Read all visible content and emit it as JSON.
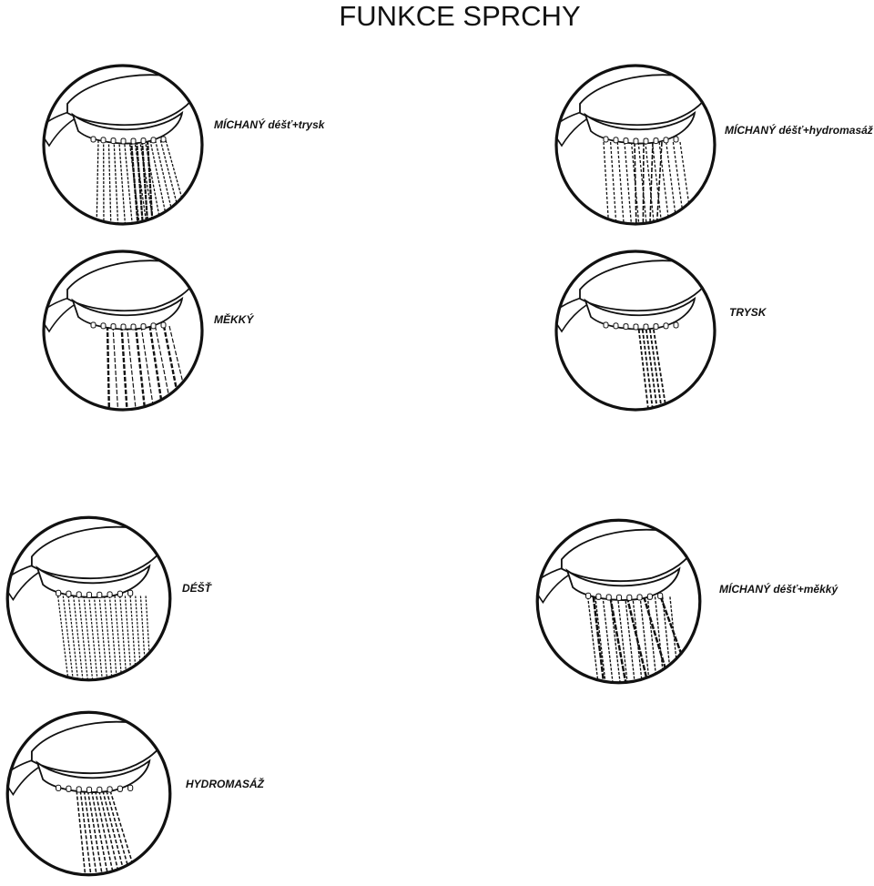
{
  "title": "FUNKCE SPRCHY",
  "modes": [
    {
      "id": "mixed-rain-jet",
      "label": "MÍCHANÝ déšť+trysk",
      "spray": "mixed"
    },
    {
      "id": "mixed-rain-massage",
      "label": "MÍCHANÝ déšť+hydromasáž",
      "spray": "massage-mixed"
    },
    {
      "id": "soft",
      "label": "MĚKKÝ",
      "spray": "soft"
    },
    {
      "id": "jet",
      "label": "TRYSK",
      "spray": "jet"
    },
    {
      "id": "rain",
      "label": "DÉŠŤ",
      "spray": "rain"
    },
    {
      "id": "mixed-rain-soft",
      "label": "MÍCHANÝ déšť+měkký",
      "spray": "soft-mixed"
    },
    {
      "id": "massage",
      "label": "HYDROMASÁŽ",
      "spray": "massage"
    }
  ]
}
